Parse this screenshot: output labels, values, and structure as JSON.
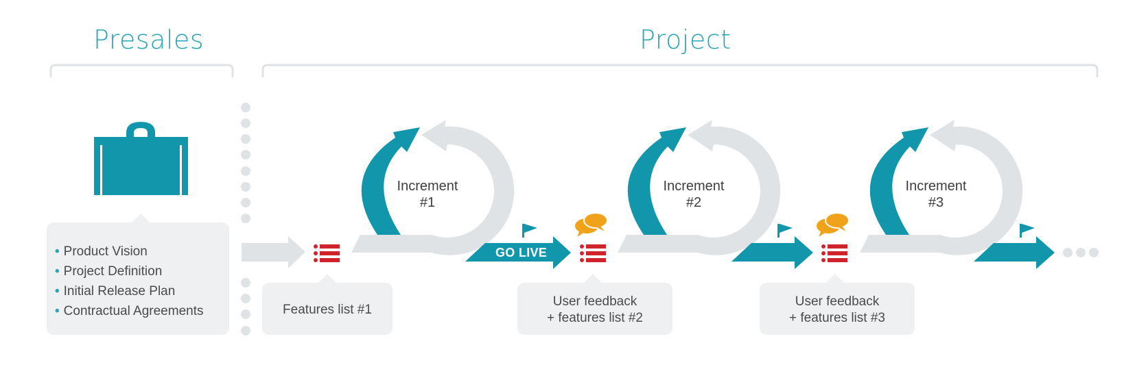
{
  "headings": {
    "presales": "Presales",
    "project": "Project"
  },
  "presales": {
    "items": [
      "Product Vision",
      "Project Definition",
      "Initial Release Plan",
      "Contractual Agreements"
    ]
  },
  "increments": [
    {
      "line1": "Increment",
      "line2": "#1"
    },
    {
      "line1": "Increment",
      "line2": "#2"
    },
    {
      "line1": "Increment",
      "line2": "#3"
    }
  ],
  "go_live": "GO LIVE",
  "bubbles": [
    {
      "line1": "Features list #1"
    },
    {
      "line1": "User feedback",
      "line2": "+ features list #2"
    },
    {
      "line1": "User feedback",
      "line2": "+ features list #3"
    }
  ],
  "colors": {
    "teal": "#1196ac",
    "heading_teal": "#2ba3b8",
    "light_gray": "#dfe3e6",
    "bubble_gray": "#eef0f2",
    "red": "#d0232b",
    "orange": "#f0a21a"
  }
}
